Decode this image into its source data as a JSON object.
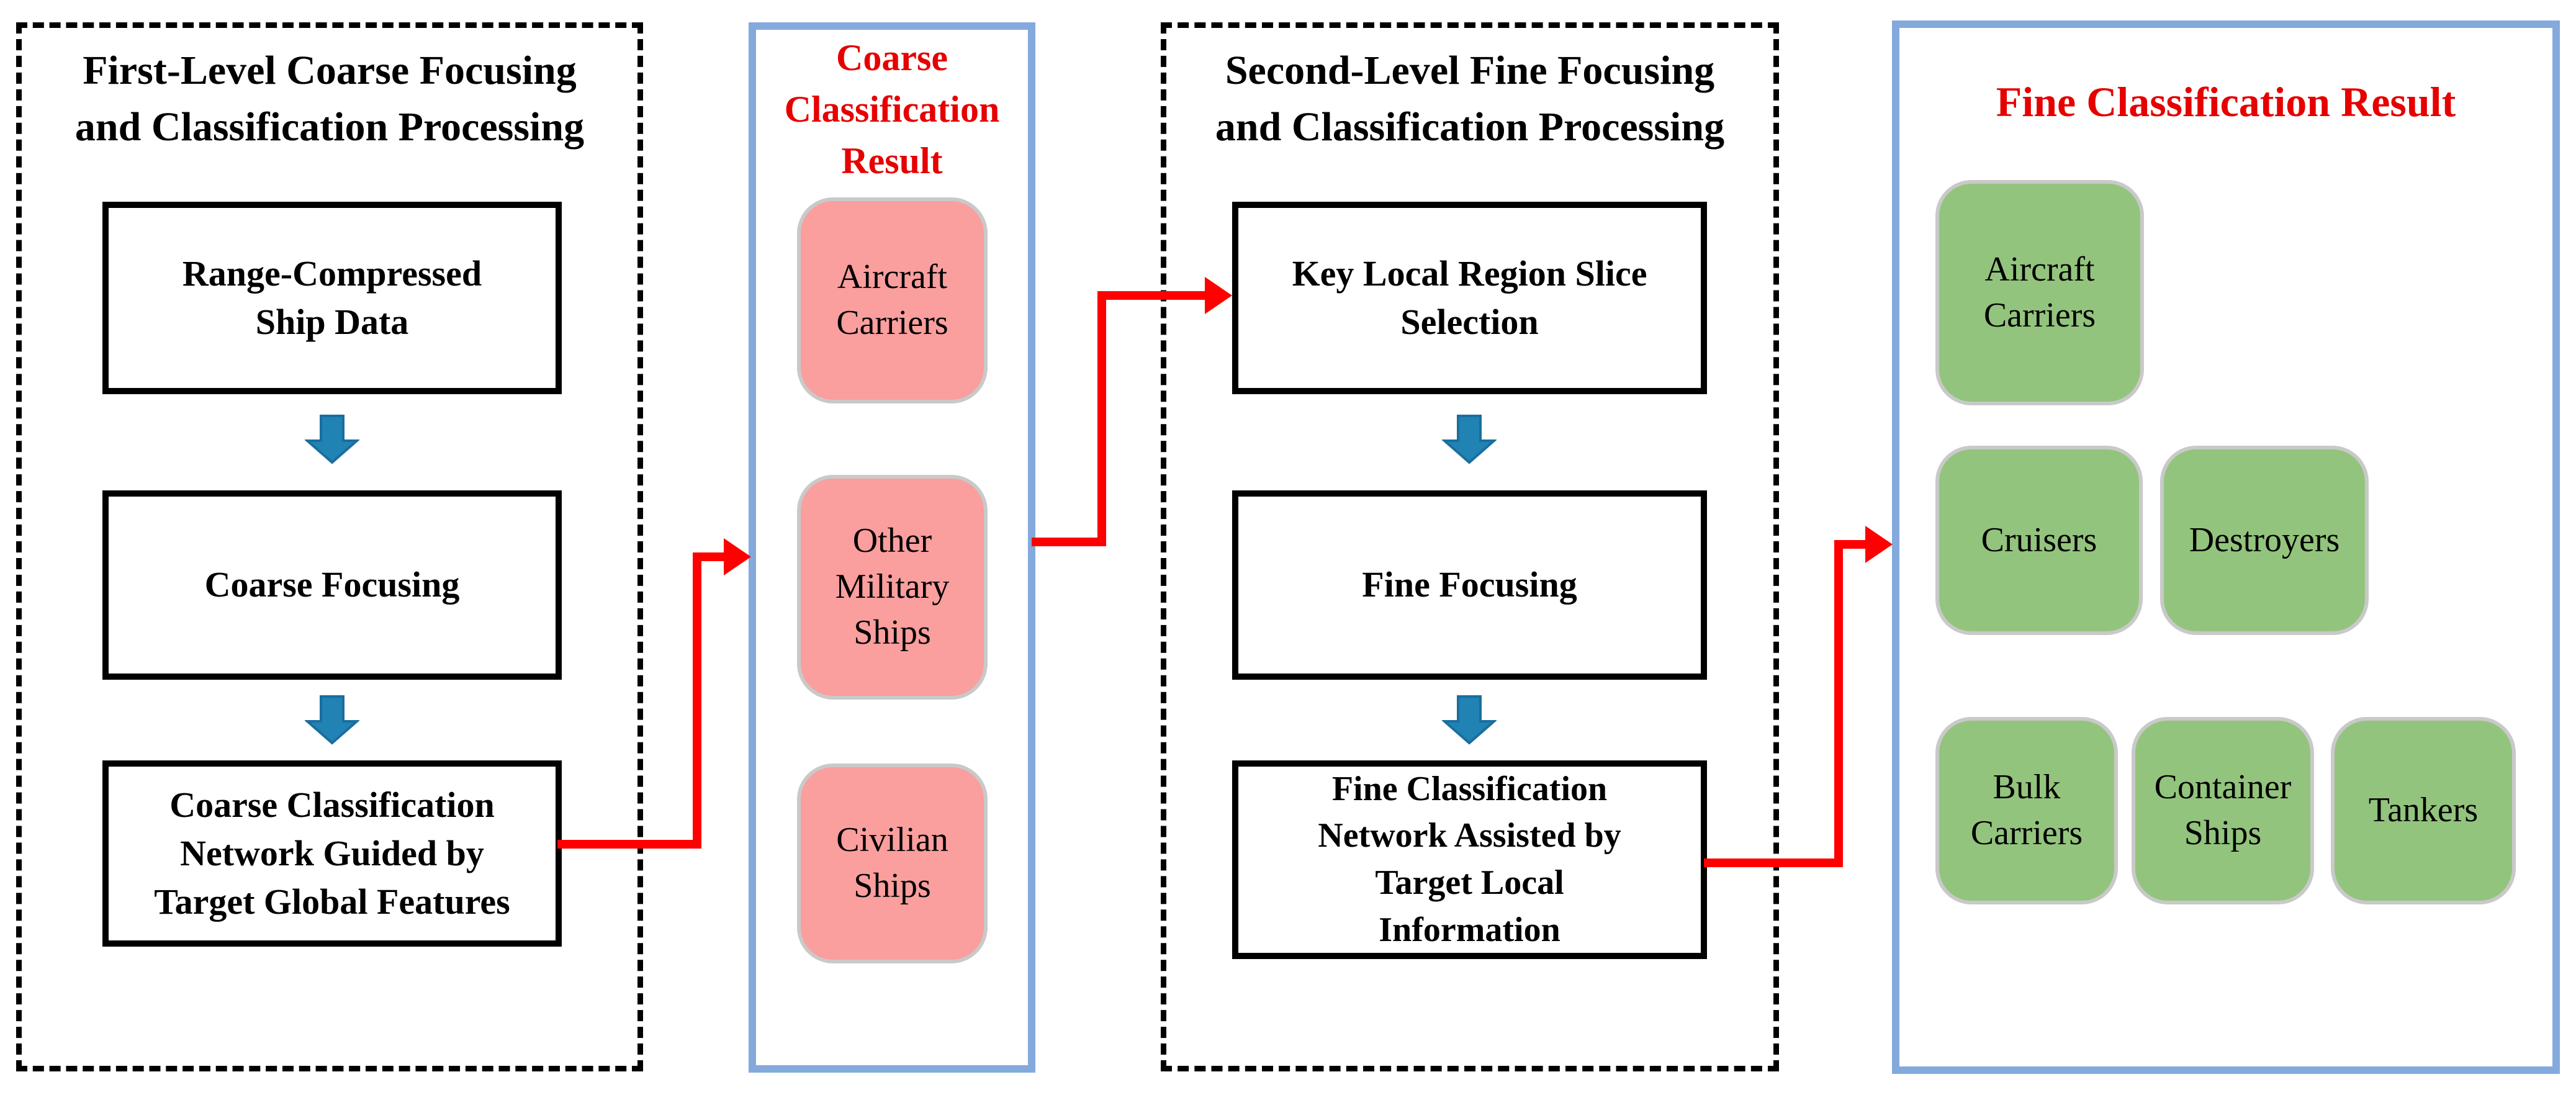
{
  "colors": {
    "dashed-border": "#000000",
    "blue-panel-border": "#84A9DC",
    "red-text": "#E60000",
    "connector-red": "#FF0000",
    "blue-arrow": "#2182B4",
    "blue-arrow-edge": "#1A6E9E",
    "pink-fill": "#FA9E9E",
    "pink-border": "#C9C9C9",
    "green-fill": "#93C47D",
    "green-border": "#C9C9C9",
    "box-border": "#000000",
    "text-black": "#000000"
  },
  "panel1": {
    "title": "First-Level Coarse Focusing\nand Classification Processing",
    "boxes": [
      "Range-Compressed\nShip Data",
      "Coarse Focusing",
      "Coarse Classification\nNetwork Guided by\nTarget Global Features"
    ]
  },
  "panel2": {
    "title": "Coarse\nClassification\nResult",
    "items": [
      "Aircraft\nCarriers",
      "Other\nMilitary\nShips",
      "Civilian\nShips"
    ]
  },
  "panel3": {
    "title": "Second-Level Fine Focusing\nand Classification Processing",
    "boxes": [
      "Key Local Region Slice\nSelection",
      "Fine Focusing",
      "Fine Classification\nNetwork Assisted by\nTarget Local\nInformation"
    ]
  },
  "panel4": {
    "title": "Fine Classification Result",
    "items": [
      "Aircraft\nCarriers",
      "Cruisers",
      "Destroyers",
      "Bulk\nCarriers",
      "Container\nShips",
      "Tankers"
    ]
  }
}
